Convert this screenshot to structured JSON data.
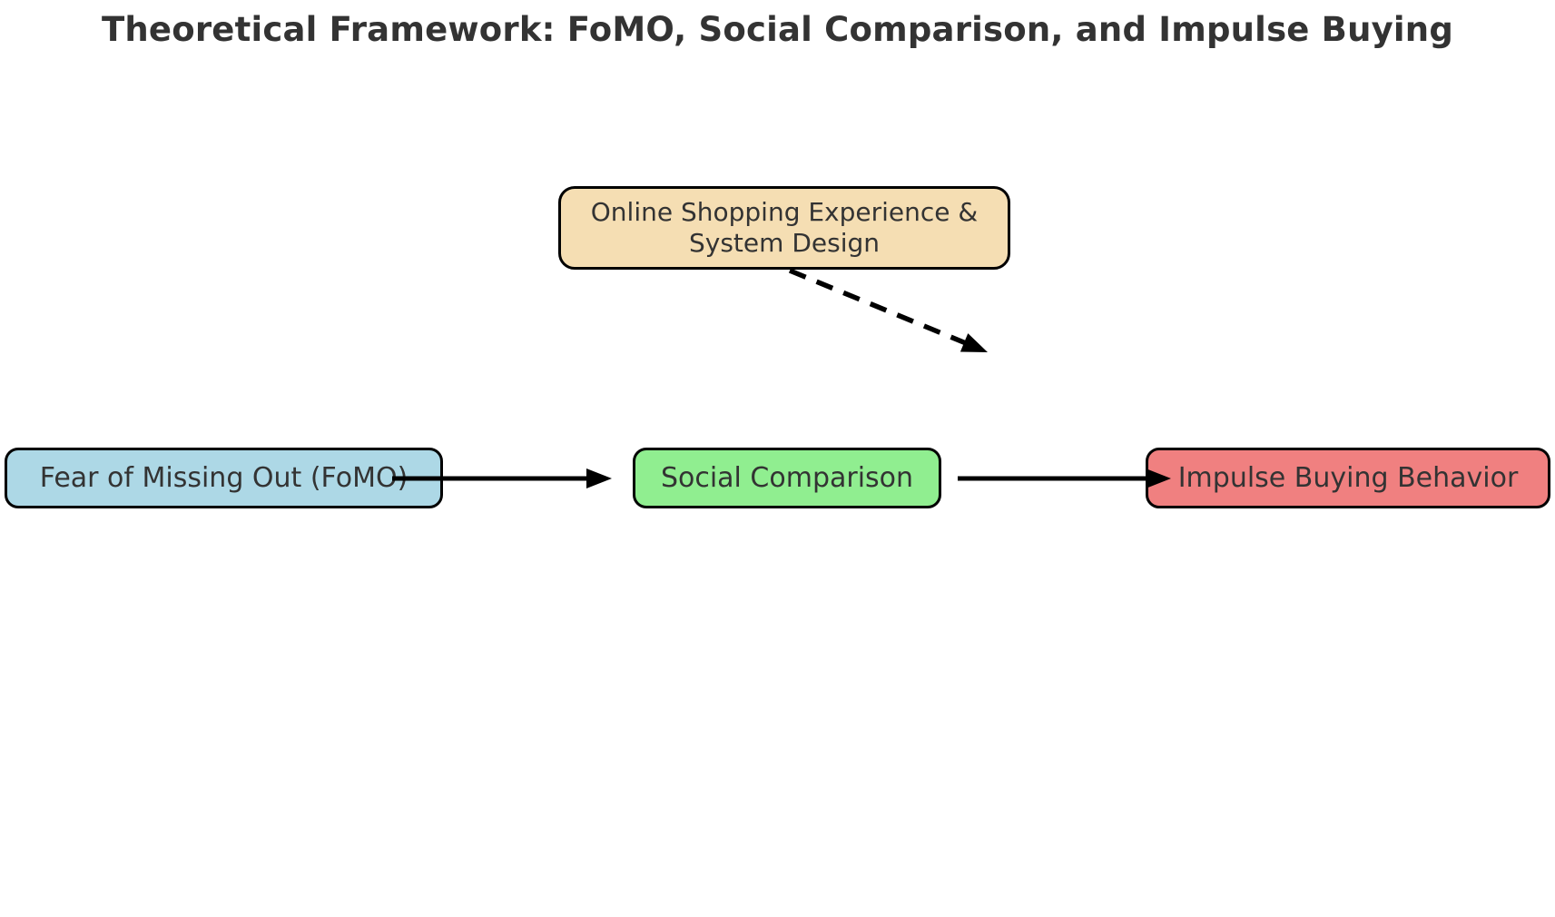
{
  "title": "Theoretical Framework: FoMO, Social Comparison, and Impulse Buying",
  "colors": {
    "background": "#ffffff",
    "title_text": "#333333",
    "box_text": "#333333",
    "border": "#000000",
    "arrow": "#000000",
    "moderator_fill": "#f5deb3",
    "fomo_fill": "#add8e6",
    "social_fill": "#90ee90",
    "impulse_fill": "#f08080"
  },
  "nodes": {
    "moderator": {
      "label_line1": "Online Shopping Experience &",
      "label_line2": "System Design"
    },
    "fomo": {
      "label": "Fear of Missing Out (FoMO)"
    },
    "social": {
      "label": "Social Comparison"
    },
    "impulse": {
      "label": "Impulse Buying Behavior"
    }
  },
  "edges": [
    {
      "from": "fomo",
      "to": "social",
      "style": "solid"
    },
    {
      "from": "social",
      "to": "impulse",
      "style": "solid"
    },
    {
      "from": "moderator",
      "to": "social-impulse-path",
      "style": "dashed"
    }
  ]
}
